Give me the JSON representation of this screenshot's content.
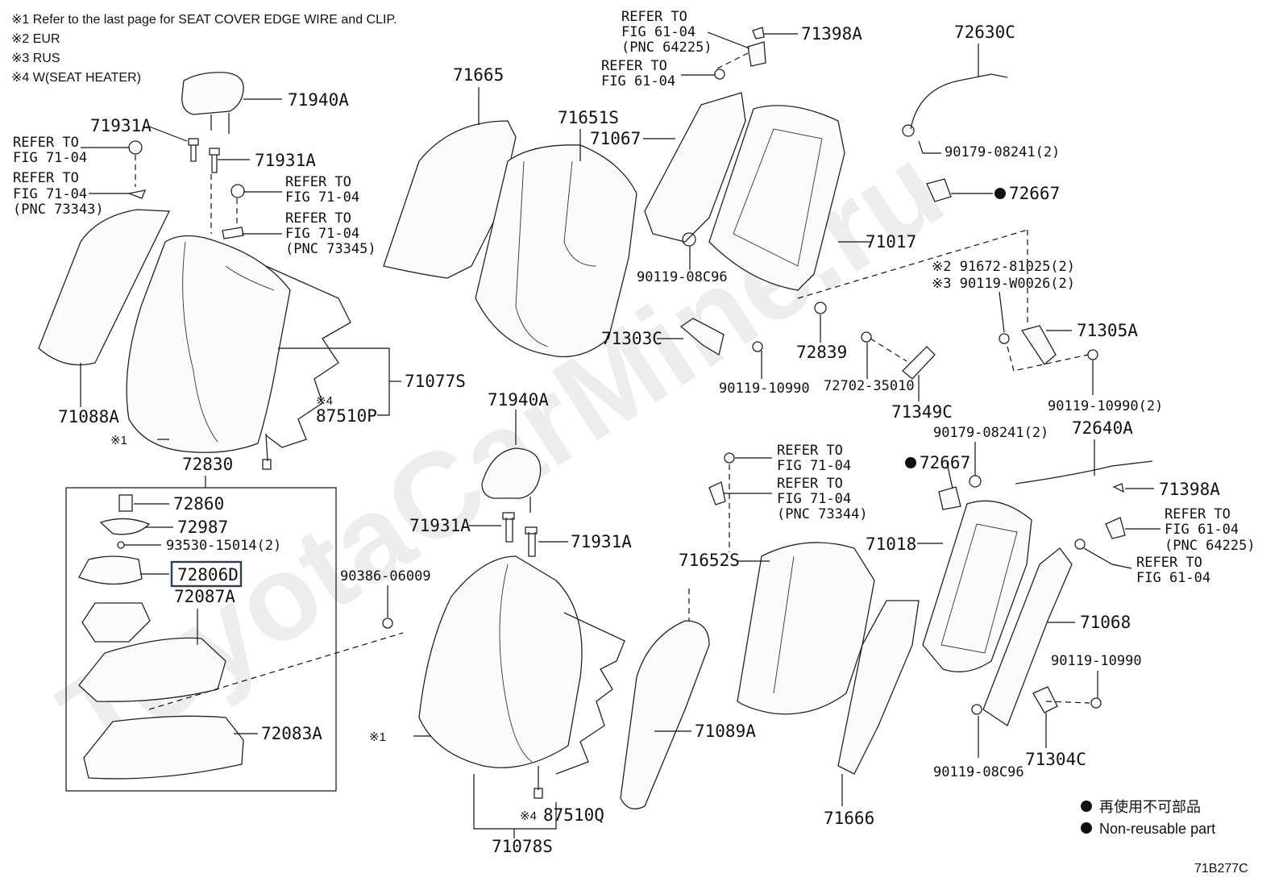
{
  "notes": [
    "※1 Refer to the last page for SEAT COVER EDGE WIRE and CLIP.",
    "※2 EUR",
    "※3 RUS",
    "※4 W(SEAT HEATER)"
  ],
  "watermark": "ToyotaCarMine.ru",
  "legend": {
    "line1": "再使用不可部品",
    "line2": "Non-reusable part"
  },
  "figure_code": "71B277C",
  "highlight_color": "#2c3e50",
  "labels": {
    "p71940A_top": "71940A",
    "p71931A_a": "71931A",
    "p71931A_b": "71931A",
    "ref_l1": "REFER TO",
    "ref_l1b": "FIG 71-04",
    "ref_l2": "REFER TO",
    "ref_l2b": "FIG 71-04",
    "ref_l2c": "(PNC 73343)",
    "ref_l3": "REFER TO",
    "ref_l3b": "FIG 71-04",
    "ref_l4": "REFER TO",
    "ref_l4b": "FIG 71-04",
    "ref_l4c": "(PNC 73345)",
    "p71088A": "71088A",
    "p71077S": "71077S",
    "n4_a": "※4",
    "p87510P": "87510P",
    "n1_a": "※1",
    "p72830": "72830",
    "p72860": "72860",
    "p72987": "72987",
    "p93530": "93530-15014(2)",
    "p72806D": "72806D",
    "p72087A": "72087A",
    "p72083A": "72083A",
    "p71665": "71665",
    "p71651S": "71651S",
    "p71067": "71067",
    "ref_t1": "REFER TO",
    "ref_t1b": "FIG 61-04",
    "ref_t1c": "(PNC 64225)",
    "ref_t2": "REFER TO",
    "ref_t2b": "FIG 61-04",
    "p71398A_top": "71398A",
    "p72630C": "72630C",
    "p90179_top": "90179-08241(2)",
    "p72667_top": "72667",
    "p71017": "71017",
    "p90119_08C96_top": "90119-08C96",
    "n2": "※2 91672-81025(2)",
    "n3": "※3 90119-W0026(2)",
    "p71303C": "71303C",
    "p72839": "72839",
    "p90119_10990_mid": "90119-10990",
    "p72702": "72702-35010",
    "p71349C": "71349C",
    "p71305A": "71305A",
    "p90119_10990_2": "90119-10990(2)",
    "p71940A_mid": "71940A",
    "p71931A_c": "71931A",
    "p71931A_d": "71931A",
    "p90386": "90386-06009",
    "n1_b": "※1",
    "n4_b": "※4",
    "p87510Q": "87510Q",
    "p71078S": "71078S",
    "ref_m1": "REFER TO",
    "ref_m1b": "FIG 71-04",
    "ref_m2": "REFER TO",
    "ref_m2b": "FIG 71-04",
    "ref_m2c": "(PNC 73344)",
    "p71652S": "71652S",
    "p71089A": "71089A",
    "p71666": "71666",
    "p90179_low": "90179-08241(2)",
    "p72640A": "72640A",
    "p72667_low": "72667",
    "p71398A_low": "71398A",
    "ref_r1": "REFER TO",
    "ref_r1b": "FIG 61-04",
    "ref_r1c": "(PNC 64225)",
    "ref_r2": "REFER TO",
    "ref_r2b": "FIG 61-04",
    "p71018": "71018",
    "p71068": "71068",
    "p90119_10990_low": "90119-10990",
    "p90119_08C96_low": "90119-08C96",
    "p71304C": "71304C"
  }
}
